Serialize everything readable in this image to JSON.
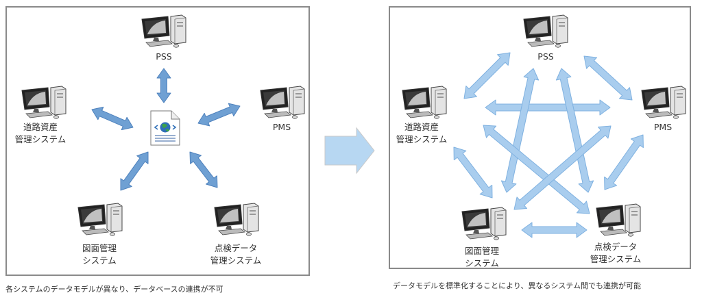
{
  "colors": {
    "arrow_left_fill": "#6fa0d3",
    "arrow_left_stroke": "#4f82bd",
    "arrow_right_fill": "#a9cdee",
    "arrow_right_stroke": "#7fb1e0",
    "transition_arrow": "#b7d7f2",
    "border": "#8a8a8a"
  },
  "left_panel": {
    "hub": {
      "icon": "xml-document-globe-icon"
    },
    "nodes": [
      {
        "id": "pss",
        "lines": [
          "PSS"
        ],
        "icon": "desktop-computer-icon"
      },
      {
        "id": "road",
        "lines": [
          "道路資産",
          "管理システム"
        ],
        "icon": "desktop-computer-icon"
      },
      {
        "id": "pms",
        "lines": [
          "PMS"
        ],
        "icon": "desktop-computer-icon"
      },
      {
        "id": "drawing",
        "lines": [
          "図面管理",
          "システム"
        ],
        "icon": "desktop-computer-icon"
      },
      {
        "id": "inspection",
        "lines": [
          "点検データ",
          "管理システム"
        ],
        "icon": "desktop-computer-icon"
      }
    ],
    "caption": "各システムのデータモデルが異なり、データベースの連携が不可"
  },
  "transition": {
    "icon": "right-arrow-icon"
  },
  "right_panel": {
    "nodes": [
      {
        "id": "pss",
        "lines": [
          "PSS"
        ],
        "icon": "desktop-computer-icon"
      },
      {
        "id": "road",
        "lines": [
          "道路資産",
          "管理システム"
        ],
        "icon": "desktop-computer-icon"
      },
      {
        "id": "pms",
        "lines": [
          "PMS"
        ],
        "icon": "desktop-computer-icon"
      },
      {
        "id": "drawing",
        "lines": [
          "図面管理",
          "システム"
        ],
        "icon": "desktop-computer-icon"
      },
      {
        "id": "inspection",
        "lines": [
          "点検データ",
          "管理システム"
        ],
        "icon": "desktop-computer-icon"
      }
    ],
    "caption": "データモデルを標準化することにより、異なるシステム間でも連携が可能"
  }
}
